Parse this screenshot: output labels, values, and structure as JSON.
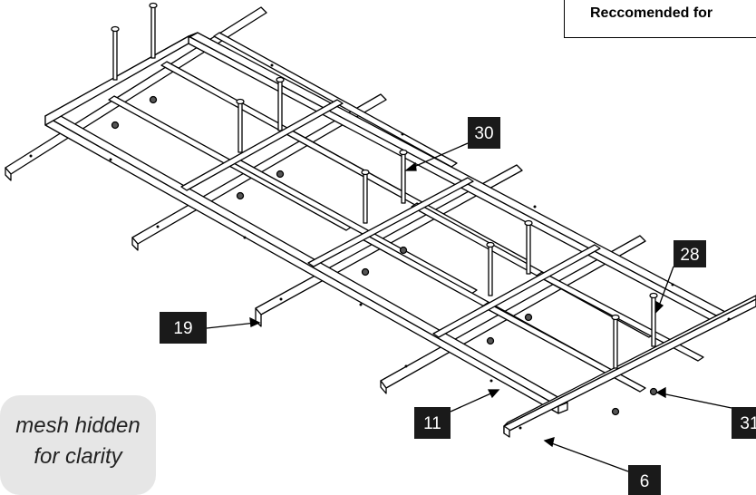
{
  "recommendation_note": {
    "text": "Reccomended for"
  },
  "mesh_note": {
    "line1": "mesh hidden",
    "line2": "for clarity"
  },
  "callouts": {
    "c30": "30",
    "c28": "28",
    "c19": "19",
    "c11": "11",
    "c31": "31",
    "c6": "6"
  },
  "colors": {
    "line": "#000000",
    "tag_background": "#1a1a1a",
    "note_background": "#e6e6e6"
  }
}
